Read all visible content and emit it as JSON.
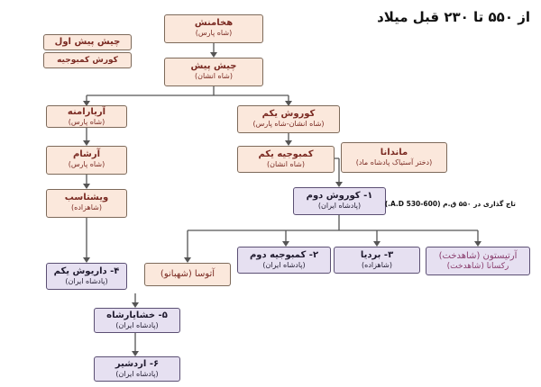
{
  "title": "از ۵۵۰ تا ۲۳۰ قبل میلاد",
  "crowning_note": "تاج گذاری در ۵۵۰ ق.م (600-530 A.D.)",
  "nodes": {
    "achaemenes": {
      "name": "هخامنش",
      "role": "(شاه پارس)"
    },
    "teispes_first": {
      "name": "چیش پیش اول"
    },
    "cyrus_cambyses": {
      "name": "کورش کمبوجیه"
    },
    "teispes": {
      "name": "چیش پیش",
      "role": "(شاه انشان)"
    },
    "ariaramnes": {
      "name": "آریارامنه",
      "role": "(شاه پارس)"
    },
    "cyrus_first": {
      "name": "کوروش یکم",
      "role": "(شاه انشان-شاه پارس)"
    },
    "arsames": {
      "name": "آرشام",
      "role": "(شاه پارس)"
    },
    "cambyses_first": {
      "name": "کمبوجیه یکم",
      "role": "(شاه انشان)"
    },
    "mandana": {
      "name": "ماندانا",
      "role": "(دختر آستیاک پادشاه ماد)"
    },
    "hystaspes": {
      "name": "ویشتاسب",
      "role": "(شاهزاده)"
    },
    "cyrus_great": {
      "name": "۱- کوروش دوم",
      "role": "(پادشاه ایران)"
    },
    "darius": {
      "name": "۴- داریوش یکم",
      "role": "(پادشاه ایران)"
    },
    "atossa": {
      "name": "آتوسا (شهبانو)"
    },
    "cambyses_second": {
      "name": "۲- کمبوجیه دوم",
      "role": "(پادشاه ایران)"
    },
    "bardiya": {
      "name": "۳- بردیا",
      "role": "(شاهزاده)"
    },
    "artystone": {
      "name": "آرتیستون (شاهدخت)",
      "role": "رکسانا (شاهدخت)"
    },
    "xerxes": {
      "name": "۵- خشایارشاه",
      "role": "(پادشاه ایران)"
    },
    "artaxerxes": {
      "name": "۶- اردشیر",
      "role": "(پادشاه ایران)"
    }
  },
  "colors": {
    "peach": "#fbe8dc",
    "lavender": "#e6e0f1",
    "line": "#555555"
  }
}
